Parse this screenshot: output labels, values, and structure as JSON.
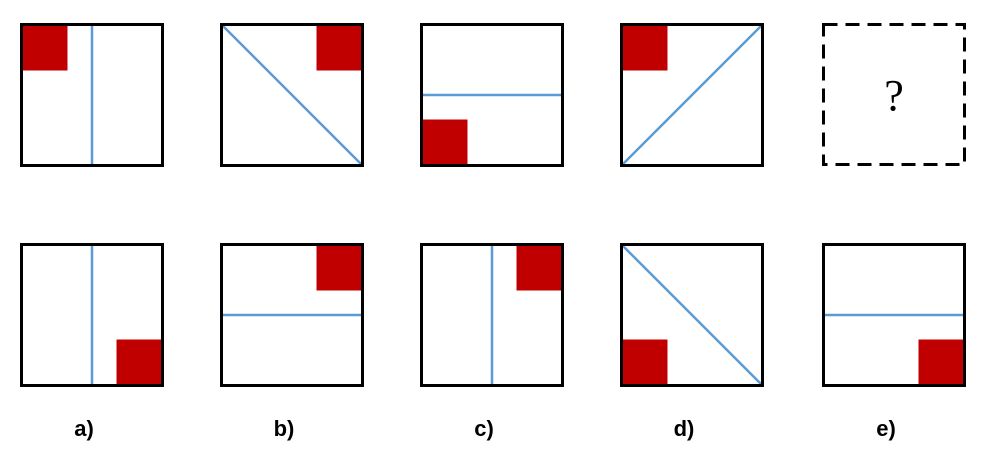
{
  "colors": {
    "frame": "#000000",
    "line": "#5b9bd5",
    "square": "#c00000",
    "background": "#ffffff"
  },
  "sequence": [
    {
      "line": "vertical",
      "square": "top-left"
    },
    {
      "line": "diagonal-down",
      "square": "top-right"
    },
    {
      "line": "horizontal",
      "square": "bottom-left"
    },
    {
      "line": "diagonal-up",
      "square": "top-left"
    }
  ],
  "question_mark": "?",
  "options": [
    {
      "label": "a)",
      "line": "vertical",
      "square": "bottom-right"
    },
    {
      "label": "b)",
      "line": "horizontal",
      "square": "top-right"
    },
    {
      "label": "c)",
      "line": "vertical",
      "square": "top-right"
    },
    {
      "label": "d)",
      "line": "diagonal-down",
      "square": "bottom-left"
    },
    {
      "label": "e)",
      "line": "horizontal",
      "square": "bottom-right"
    }
  ]
}
